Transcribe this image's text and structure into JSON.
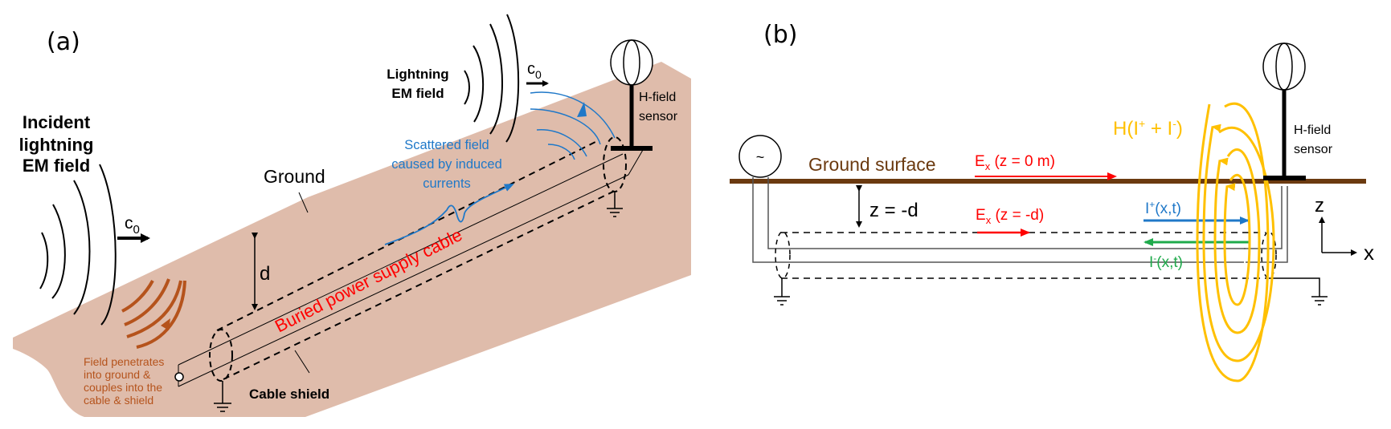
{
  "figure": {
    "panel_a": {
      "label": "(a)",
      "incident_field_label": [
        "Incident",
        "lightning",
        "EM field"
      ],
      "speed_label_main": "c",
      "speed_label_sub": "0",
      "lightning_field_label": [
        "Lightning",
        "EM field"
      ],
      "ground_label": "Ground",
      "depth_label": "d",
      "cable_label": "Buried power supply cable",
      "shield_label": "Cable shield",
      "scattered_label": [
        "Scattered field",
        "caused by induced",
        "currents"
      ],
      "penetration_label": [
        "Field penetrates",
        "into ground &",
        "couples into the",
        "cable & shield"
      ],
      "sensor_label": [
        "H-field",
        "sensor"
      ]
    },
    "panel_b": {
      "label": "(b)",
      "source_symbol": "~",
      "ground_surface_label": "Ground surface",
      "ex_surface": {
        "main": "E",
        "sub": "x",
        "rest": " (z = 0 m)"
      },
      "ex_depth": {
        "main": "E",
        "sub": "x",
        "rest": " (z = -d)"
      },
      "depth_label": "z = -d",
      "i_plus": {
        "main": "I",
        "sup": "+",
        "rest": "(x,t)"
      },
      "i_minus": {
        "main": "I",
        "sup": "-",
        "rest": "(x,t)"
      },
      "h_label": {
        "pre": "H(I",
        "sup1": "+",
        "mid": " + I",
        "sup2": "-",
        "post": ")"
      },
      "sensor_label": [
        "H-field",
        "sensor"
      ],
      "axis_z": "z",
      "axis_x": "x"
    },
    "colors": {
      "ground_fill": "#dfbcab",
      "ground_line": "#6b3a10",
      "ground_text": "#6b3a10",
      "red": "#ff0000",
      "blue": "#1f78c8",
      "green": "#1faa4b",
      "gold": "#ffc000",
      "penetration": "#b5531c"
    }
  }
}
